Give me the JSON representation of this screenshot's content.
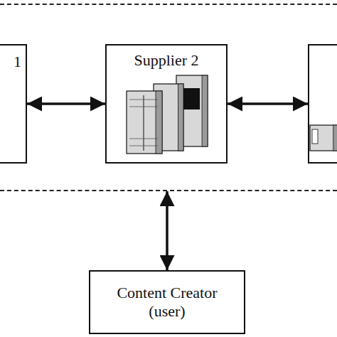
{
  "diagram": {
    "nodes": [
      {
        "text": []
      },
      {
        "text": [
          "1"
        ],
        "in": 0
      },
      {
        "text": [
          "Supplier 2"
        ],
        "in": 0
      },
      {
        "text": [],
        "in": 0
      },
      {
        "text": [
          "Content Creator (user)"
        ]
      }
    ],
    "edges": [
      {
        "from": 1,
        "to": 2,
        "arrow": "both"
      },
      {
        "from": 2,
        "to": 3,
        "arrow": "both"
      },
      {
        "from": 0,
        "to": 4,
        "arrow": "both"
      }
    ]
  }
}
